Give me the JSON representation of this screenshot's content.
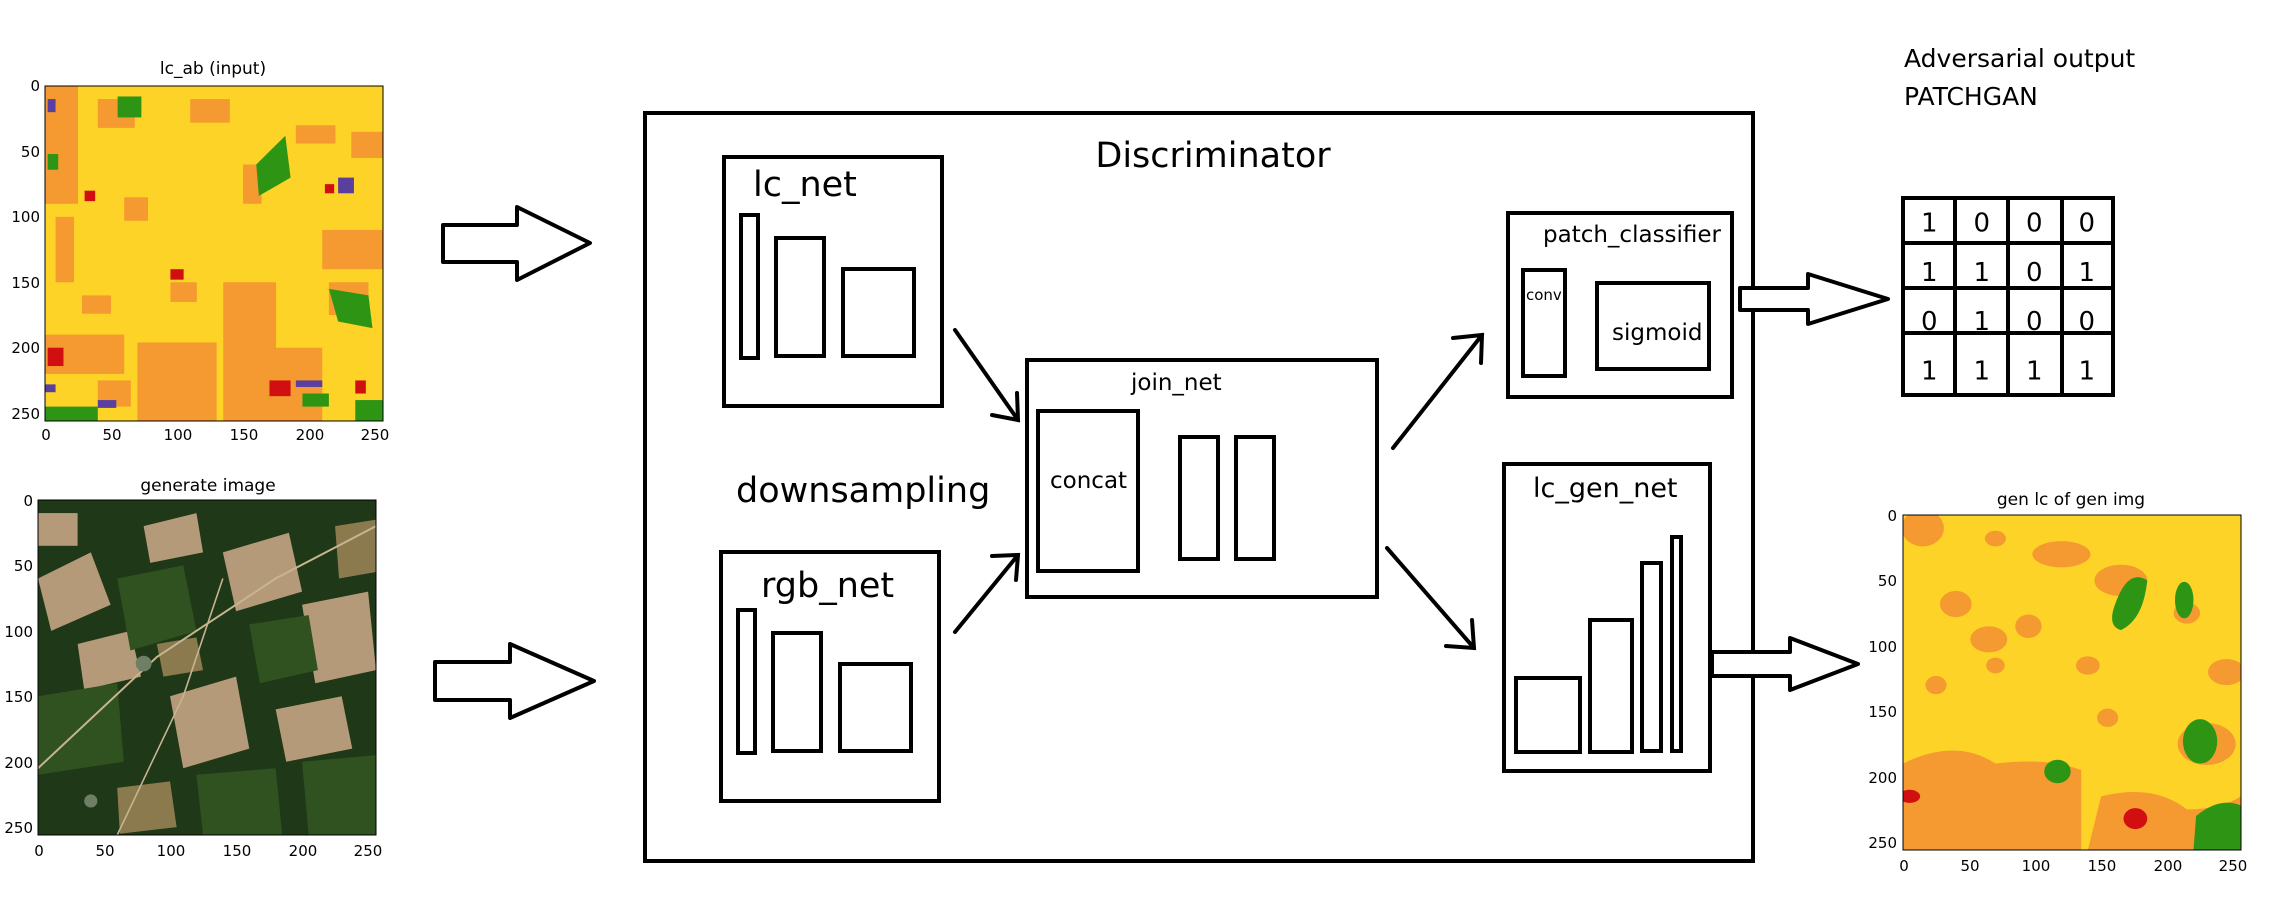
{
  "plots": {
    "input": {
      "title": "lc_ab (input)",
      "x_ticks": [
        "0",
        "50",
        "100",
        "150",
        "200",
        "250"
      ],
      "y_ticks": [
        "0",
        "50",
        "100",
        "150",
        "200",
        "250"
      ]
    },
    "generated": {
      "title": "generate image",
      "x_ticks": [
        "0",
        "50",
        "100",
        "150",
        "200",
        "250"
      ],
      "y_ticks": [
        "0",
        "50",
        "100",
        "150",
        "200",
        "250"
      ]
    },
    "output": {
      "title": "gen lc of gen img",
      "x_ticks": [
        "0",
        "50",
        "100",
        "150",
        "200",
        "250"
      ],
      "y_ticks": [
        "0",
        "50",
        "100",
        "150",
        "200",
        "250"
      ]
    }
  },
  "diagram": {
    "discriminator_label": "Discriminator",
    "downsampling_label": "downsampling",
    "lc_net_label": "lc_net",
    "rgb_net_label": "rgb_net",
    "join_net_label": "join_net",
    "concat_label": "concat",
    "patch_classifier_label": "patch_classifier",
    "conv_label": "conv",
    "sigmoid_label": "sigmoid",
    "lc_gen_net_label": "lc_gen_net",
    "adversarial_title_line1": "Adversarial output",
    "adversarial_title_line2": "PATCHGAN",
    "patch_grid": [
      [
        "1",
        "0",
        "0",
        "0"
      ],
      [
        "1",
        "1",
        "0",
        "1"
      ],
      [
        "0",
        "1",
        "0",
        "0"
      ],
      [
        "1",
        "1",
        "1",
        "1"
      ]
    ]
  },
  "colors": {
    "landcover_yellow": "#fdd327",
    "landcover_orange": "#f49a31",
    "landcover_green": "#2e9414",
    "landcover_red": "#d10f10",
    "landcover_purple": "#5b3f9e",
    "satellite_dark": "#1f3818",
    "satellite_light": "#b59a7a"
  }
}
